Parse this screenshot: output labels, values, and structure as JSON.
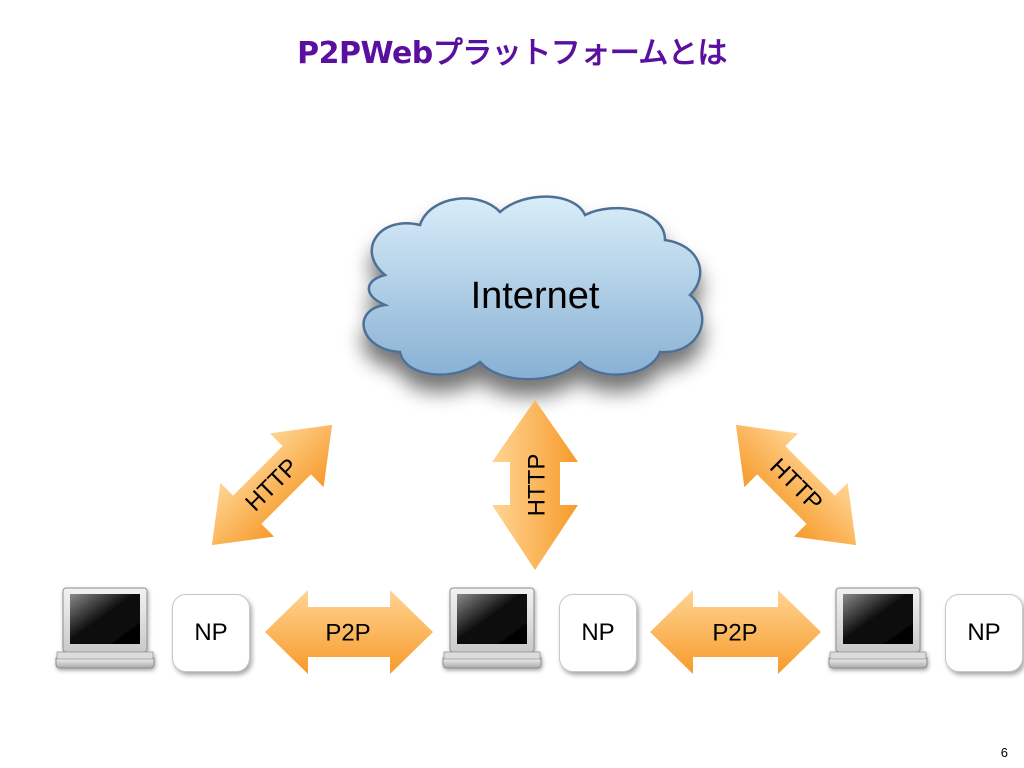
{
  "slide": {
    "title": "P2PWebプラットフォームとは",
    "page_number": "6"
  },
  "diagram": {
    "cloud_label": "Internet",
    "http_left_label": "HTTP",
    "http_center_label": "HTTP",
    "http_right_label": "HTTP",
    "p2p_left_label": "P2P",
    "p2p_right_label": "P2P",
    "np_labels": [
      "NP",
      "NP",
      "NP"
    ]
  },
  "colors": {
    "title": "#5a0f9e",
    "arrow_light": "#ffd08a",
    "arrow_dark": "#f7941d",
    "cloud_light": "#d6ebf8",
    "cloud_dark": "#8ab4d6",
    "cloud_stroke": "#4f6f95"
  }
}
